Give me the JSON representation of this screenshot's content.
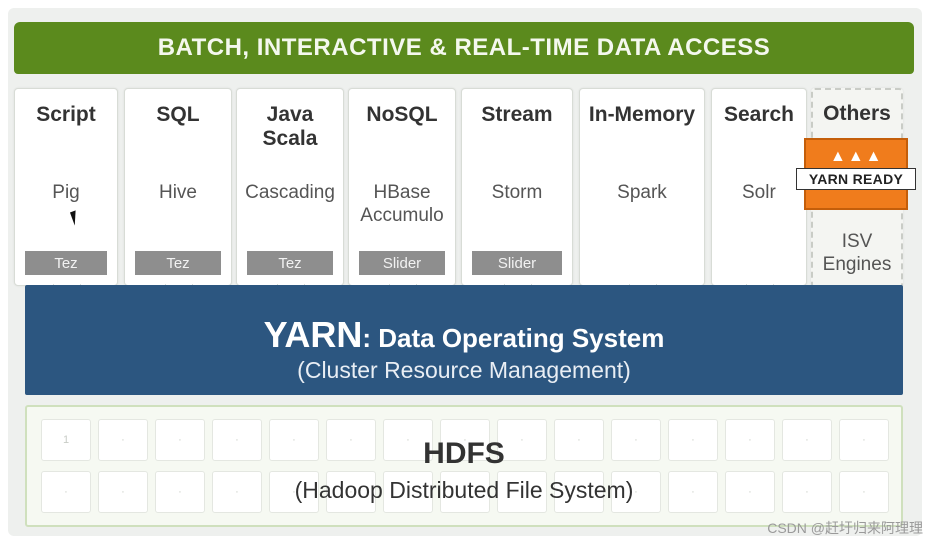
{
  "top_bar": {
    "title": "BATCH, INTERACTIVE & REAL-TIME  DATA  ACCESS"
  },
  "columns": [
    {
      "title": "Script",
      "tool": "Pig",
      "badge": "Tez"
    },
    {
      "title": "SQL",
      "tool": "Hive",
      "badge": "Tez"
    },
    {
      "title": "Java\nScala",
      "tool": "Cascading",
      "badge": "Tez"
    },
    {
      "title": "NoSQL",
      "tool": "HBase\nAccumulo",
      "badge": "Slider"
    },
    {
      "title": "Stream",
      "tool": "Storm",
      "badge": "Slider"
    },
    {
      "title": "In-Memory",
      "tool": "Spark",
      "badge": ""
    },
    {
      "title": "Search",
      "tool": "Solr",
      "badge": ""
    },
    {
      "title": "Others",
      "tool": "",
      "badge": "",
      "extra": "ISV\nEngines"
    }
  ],
  "yarn_ready": {
    "label": "YARN READY",
    "icon": "elephants-icon"
  },
  "yarn": {
    "title_big": "YARN",
    "title_rest": ": Data Operating System",
    "subtitle": "(Cluster Resource Management)"
  },
  "hdfs": {
    "title": "HDFS",
    "subtitle": "(Hadoop Distributed File System)",
    "first_cell": "1"
  },
  "watermark": "CSDN @赶圩归来阿理理",
  "colors": {
    "green": "#5b8a1d",
    "blue": "#2c5680",
    "orange": "#f07c1c",
    "badge_gray": "#8e8e8e"
  }
}
